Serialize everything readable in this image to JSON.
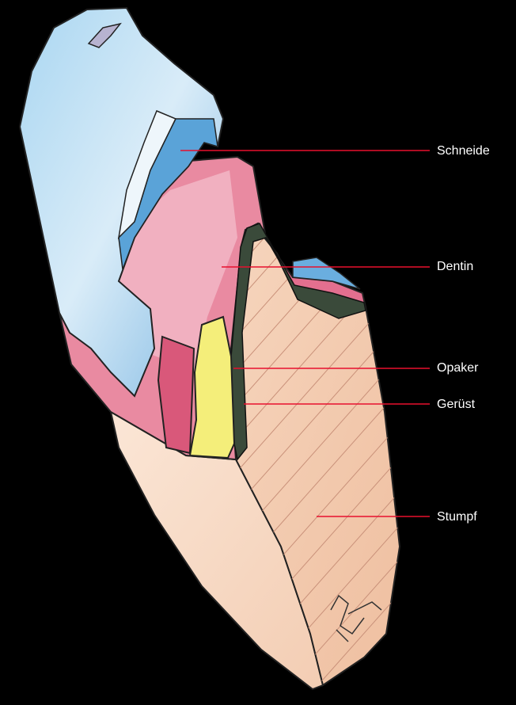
{
  "colors": {
    "background": "#000000",
    "leader_line": "#e8102e",
    "label_text": "#ffffff",
    "schneide": "#8ec5ea",
    "dentin": "#e3718e",
    "opaker": "#f4ee7a",
    "geruest": "#3a4a3a",
    "stumpf": "#f2c9ae"
  },
  "labels": {
    "schneide": "Schneide",
    "dentin": "Dentin",
    "opaker": "Opaker",
    "geruest": "Gerüst",
    "stumpf": "Stumpf"
  }
}
